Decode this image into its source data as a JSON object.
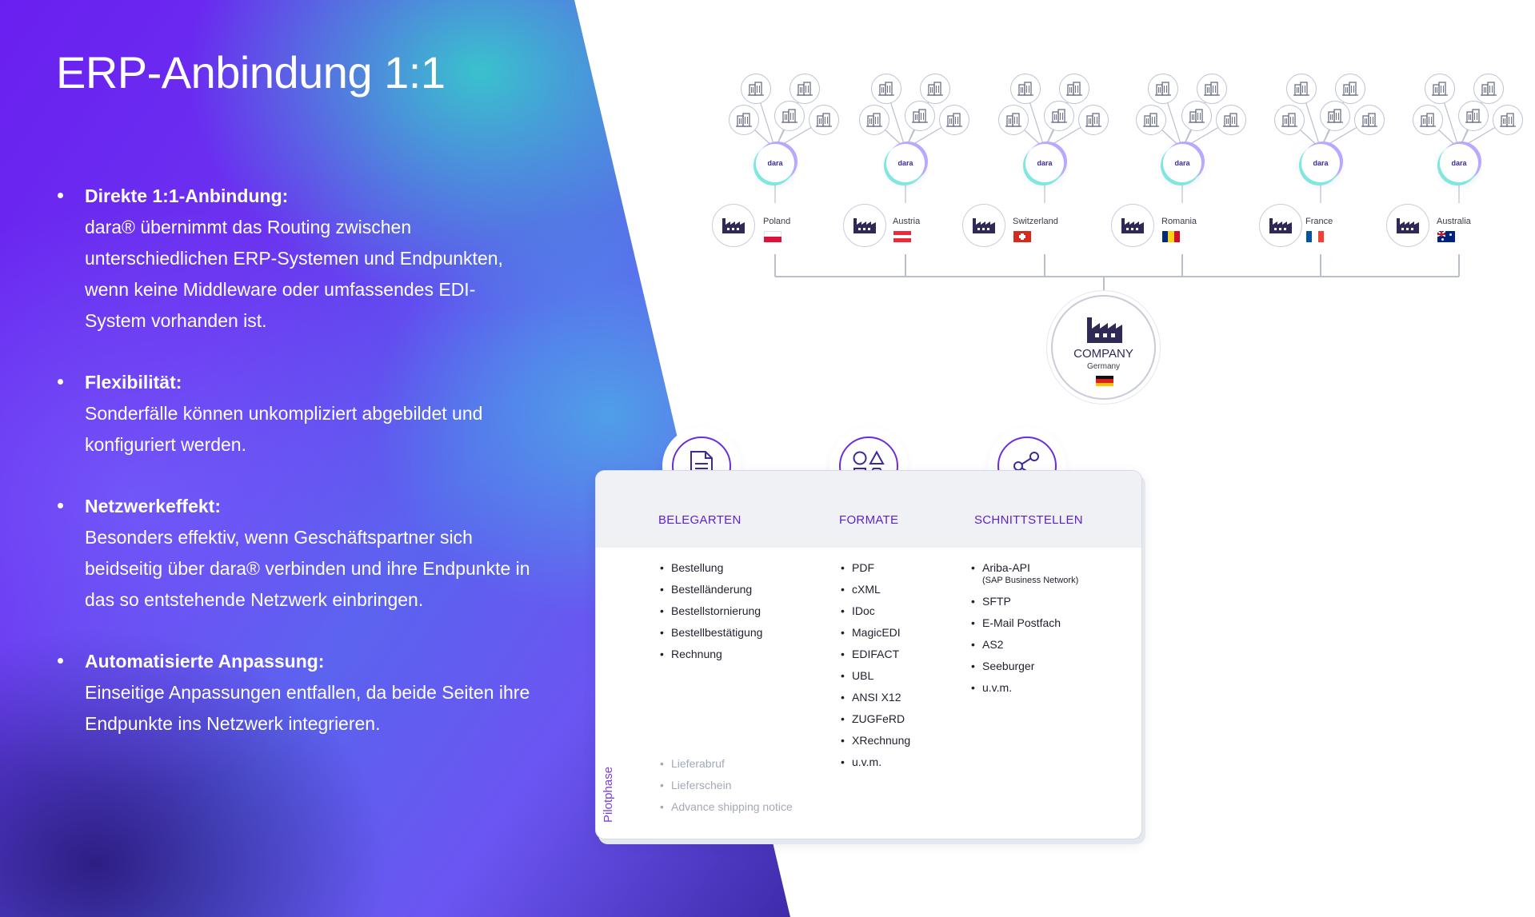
{
  "title": "ERP-Anbindung 1:1",
  "features": [
    {
      "title": "Direkte 1:1-Anbindung:",
      "text": "dara® übernimmt das Routing zwischen unterschiedlichen ERP-Systemen und Endpunkten, wenn keine Middleware oder umfassendes EDI-System vorhanden ist."
    },
    {
      "title": "Flexibilität:",
      "text": "Sonderfälle können unkompliziert abgebildet und konfiguriert werden."
    },
    {
      "title": "Netzwerkeffekt:",
      "text": "Besonders effektiv, wenn Geschäftspartner sich beidseitig über dara® verbinden und ihre Endpunkte in das so entstehende Netzwerk einbringen."
    },
    {
      "title": "Automatisierte Anpassung:",
      "text": "Einseitige Anpassungen entfallen, da beide Seiten ihre Endpunkte ins Netzwerk integrieren."
    }
  ],
  "hub_label": "dara",
  "countries": [
    {
      "name": "Poland",
      "flag": "poland"
    },
    {
      "name": "Austria",
      "flag": "austria"
    },
    {
      "name": "Switzerland",
      "flag": "switzerland"
    },
    {
      "name": "Romania",
      "flag": "romania"
    },
    {
      "name": "France",
      "flag": "france"
    },
    {
      "name": "Australia",
      "flag": "australia"
    }
  ],
  "company": {
    "name": "COMPANY",
    "country": "Germany",
    "flag": "germany"
  },
  "card": {
    "columns": [
      {
        "title": "BELEGARTEN",
        "icon": "document-icon",
        "items": [
          "Bestellung",
          "Bestelländerung",
          "Bestellstornierung",
          "Bestellbestätigung",
          "Rechnung"
        ]
      },
      {
        "title": "FORMATE",
        "icon": "shapes-icon",
        "items": [
          "PDF",
          "cXML",
          "IDoc",
          "MagicEDI",
          "EDIFACT",
          "UBL",
          "ANSI X12",
          "ZUGFeRD",
          "XRechnung",
          "u.v.m."
        ]
      },
      {
        "title": "SCHNITTSTELLEN",
        "icon": "share-icon",
        "items": [
          {
            "label": "Ariba-API",
            "sub": "(SAP Business Network)"
          },
          {
            "label": "SFTP"
          },
          {
            "label": "E-Mail Postfach"
          },
          {
            "label": "AS2"
          },
          {
            "label": "Seeburger"
          },
          {
            "label": "u.v.m."
          }
        ]
      }
    ],
    "pilot_label": "Pilotphase",
    "pilot_items": [
      "Lieferabruf",
      "Lieferschein",
      "Advance shipping notice"
    ]
  },
  "colors": {
    "accent": "#5a1fd6",
    "teal": "#38c8cc",
    "navy": "#2f2a55",
    "muted": "#a4a8b8"
  }
}
